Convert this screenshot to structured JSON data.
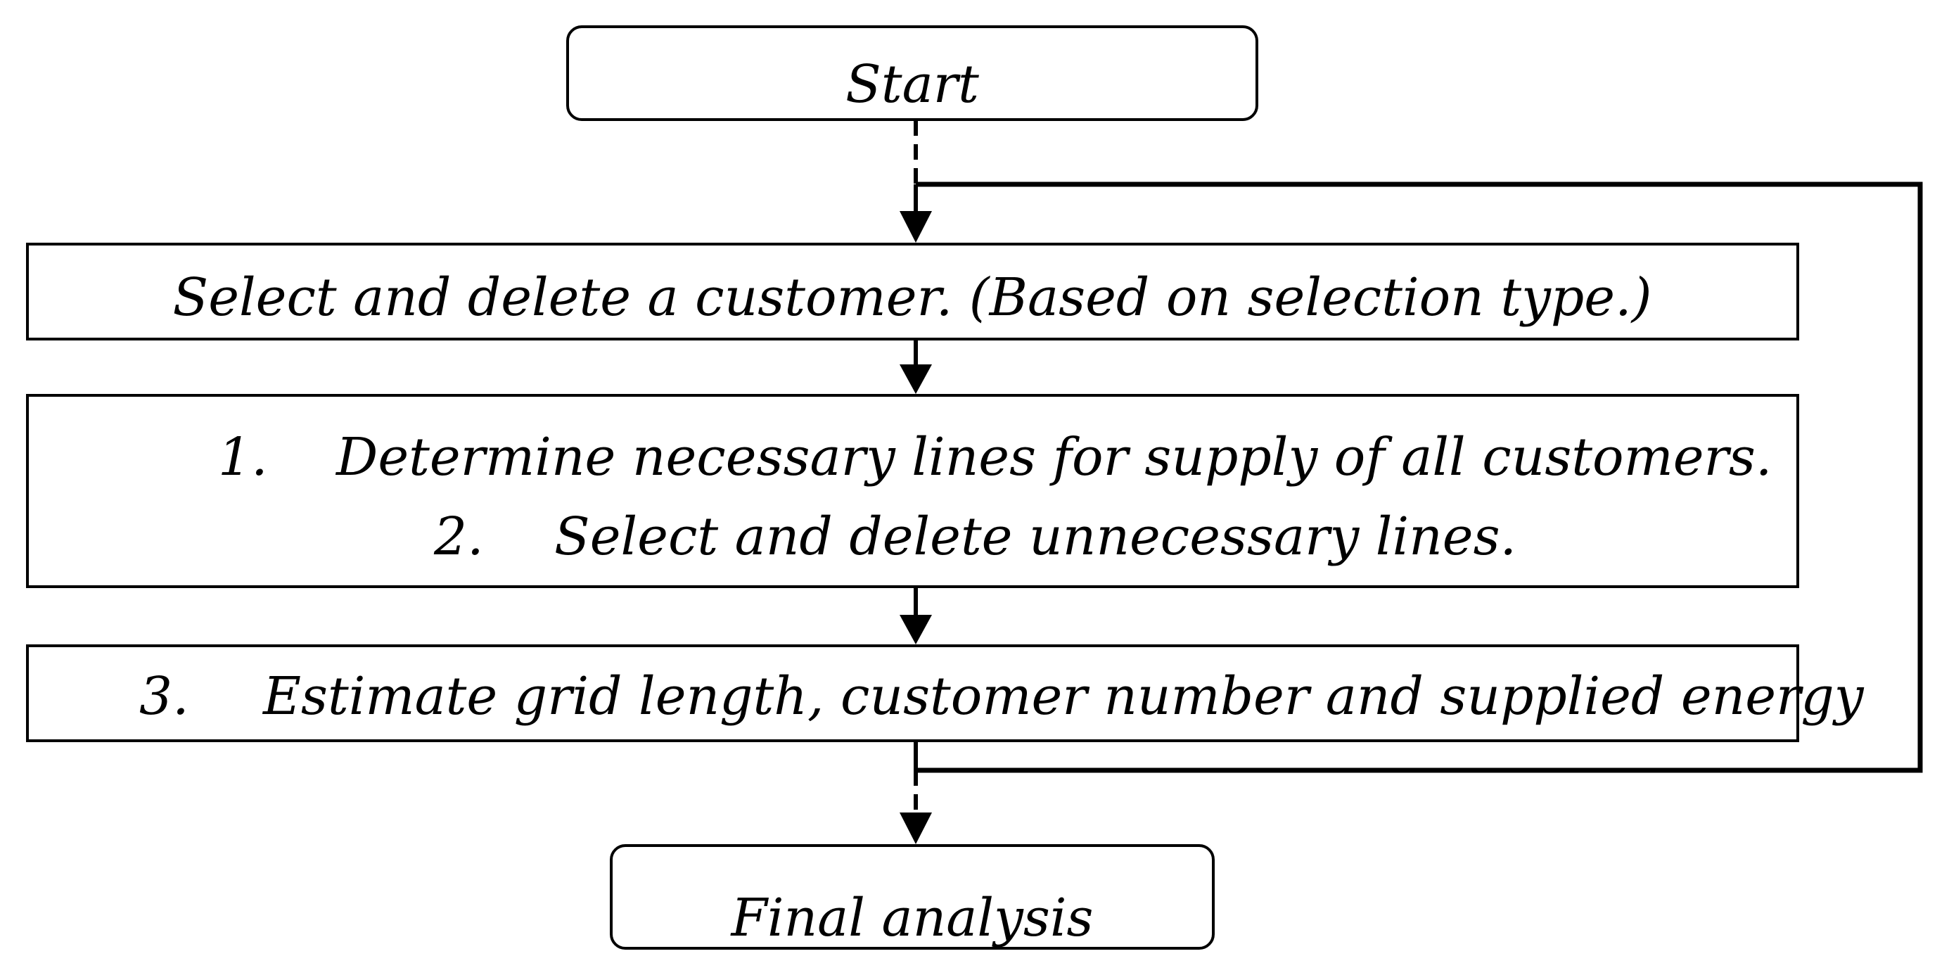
{
  "nodes": {
    "start": {
      "label": "Start"
    },
    "select_customer": {
      "label": "Select and delete a customer. (Based on selection type.)"
    },
    "steps_box": {
      "items": [
        {
          "number": "1.",
          "text": "Determine necessary lines for supply of all customers."
        },
        {
          "number": "2.",
          "text": "Select and delete unnecessary lines."
        }
      ]
    },
    "estimate": {
      "number": "3.",
      "text": "Estimate grid length, customer number and supplied energy"
    },
    "final": {
      "label": "Final analysis"
    }
  },
  "colors": {
    "line": "#000000",
    "fill": "#ffffff"
  }
}
